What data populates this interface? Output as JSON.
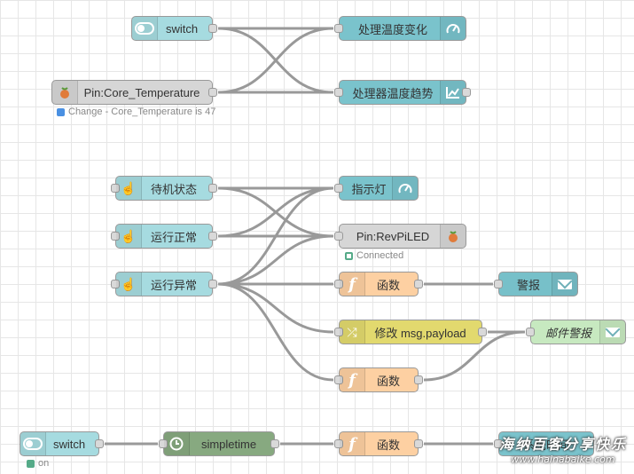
{
  "colors": {
    "dashboard": "#7ac3cc",
    "wiring_pi": "#d6d6d6",
    "inject": "#a6dbe0",
    "function": "#fdd0a2",
    "change": "#e2d96e",
    "email_out": "#77c0c9",
    "email_in": "#c7e9c0",
    "time": "#87a980",
    "wire": "#999999"
  },
  "nodes": {
    "switch_top": {
      "label": "switch",
      "icon": "toggle-icon"
    },
    "gauge_temp_change": {
      "label": "处理温度变化",
      "icon": "gauge-icon"
    },
    "pin_core_temp": {
      "label": "Pin:Core_Temperature",
      "icon": "raspberry-pi-icon",
      "status": "Change - Core_Temperature is 47"
    },
    "chart_temp_trend": {
      "label": "处理器温度趋势",
      "icon": "chart-icon"
    },
    "btn_standby": {
      "label": "待机状态",
      "icon": "hand-pointer-icon"
    },
    "gauge_indicator": {
      "label": "指示灯",
      "icon": "gauge-icon"
    },
    "btn_normal": {
      "label": "运行正常",
      "icon": "hand-pointer-icon"
    },
    "pin_revpi_led": {
      "label": "Pin:RevPiLED",
      "icon": "raspberry-pi-icon",
      "status": "Connected"
    },
    "btn_abnormal": {
      "label": "运行异常",
      "icon": "hand-pointer-icon"
    },
    "func_one": {
      "label": "函数",
      "icon": "function-icon"
    },
    "email_alarm": {
      "label": "警报",
      "icon": "envelope-icon"
    },
    "change_payload": {
      "label": "修改 msg.payload",
      "icon": "shuffle-icon"
    },
    "email_mail_alarm": {
      "label": "邮件警报",
      "icon": "envelope-icon"
    },
    "func_two": {
      "label": "函数",
      "icon": "function-icon"
    },
    "switch_bottom": {
      "label": "switch",
      "icon": "toggle-icon",
      "status": "on"
    },
    "simpletime": {
      "label": "simpletime",
      "icon": "clock-icon"
    },
    "func_three": {
      "label": "函数",
      "icon": "function-icon"
    },
    "system_time": {
      "label": "系统时间",
      "icon": ""
    }
  },
  "watermark": {
    "line1": "海纳百客分享快乐",
    "line2": "www.hainabaike.com"
  }
}
